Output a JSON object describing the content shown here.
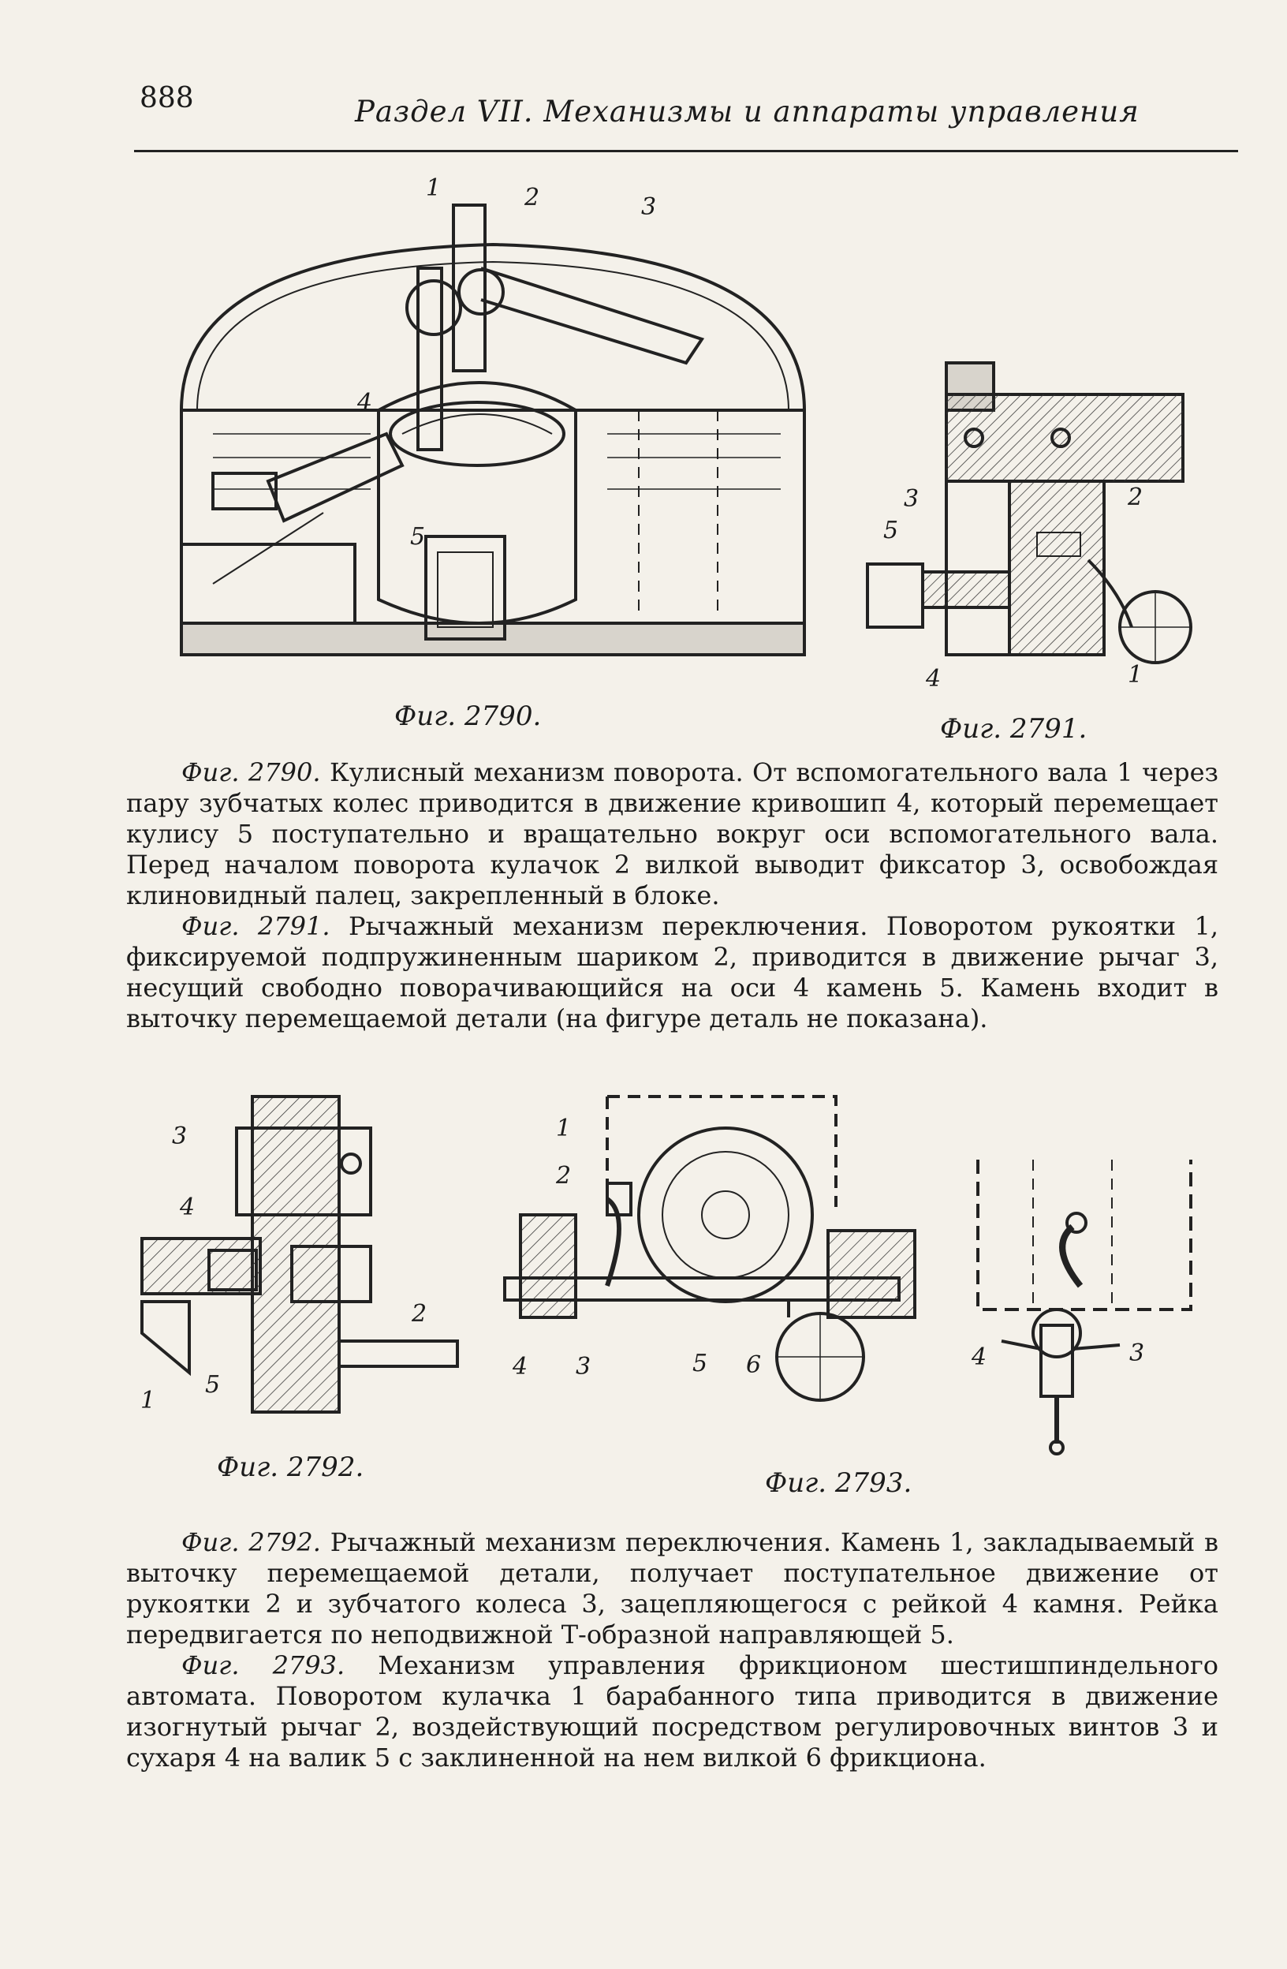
{
  "header": {
    "page_number": "888",
    "section_title": "Раздел VII. Механизмы и аппараты управления"
  },
  "figures": {
    "fig2790": {
      "caption": "Фиг. 2790.",
      "labels": [
        "1",
        "2",
        "3",
        "4",
        "5"
      ]
    },
    "fig2791": {
      "caption": "Фиг. 2791.",
      "labels": [
        "1",
        "2",
        "3",
        "4",
        "5"
      ]
    },
    "fig2792": {
      "caption": "Фиг. 2792.",
      "labels": [
        "1",
        "2",
        "3",
        "4",
        "5"
      ]
    },
    "fig2793": {
      "caption": "Фиг. 2793.",
      "labels": [
        "1",
        "2",
        "3",
        "4",
        "5",
        "6"
      ]
    },
    "fig2793b": {
      "labels": [
        "3",
        "4"
      ]
    }
  },
  "text": {
    "block1": {
      "p2790_label": "Фиг. 2790.",
      "p2790_body": "Кулисный механизм поворота. От вспомогательного вала 1 через пару зубчатых колес приводится в движение кривошип 4, который перемещает кулису 5 поступательно и вращательно вокруг оси вспомогательного вала. Перед началом поворота кулачок 2 вилкой выводит фиксатор 3, освобождая клиновидный палец, закрепленный в блоке.",
      "p2791_label": "Фиг. 2791.",
      "p2791_body": "Рычажный механизм переключения. Поворотом рукоятки 1, фиксируемой подпружиненным шариком 2, приводится в движение рычаг 3, несущий свободно поворачивающийся на оси 4 камень 5. Камень входит в выточку перемещаемой детали (на фигуре деталь не показана)."
    },
    "block2": {
      "p2792_label": "Фиг. 2792.",
      "p2792_body": "Рычажный механизм переключения. Камень 1, закладываемый в выточку перемещаемой детали, получает поступательное движение от рукоятки 2 и зубчатого колеса 3, зацепляющегося с рейкой 4 камня. Рейка передвигается по неподвижной Т-образной направляющей 5.",
      "p2793_label": "Фиг. 2793.",
      "p2793_body": "Механизм управления фрикционом шестишпиндельного автомата. Поворотом кулачка 1 барабанного типа приводится в движение изогнутый рычаг 2, воздействующий посредством регулировочных винтов 3 и сухаря 4 на валик 5 с заклиненной на нем вилкой 6 фрикциона."
    }
  }
}
